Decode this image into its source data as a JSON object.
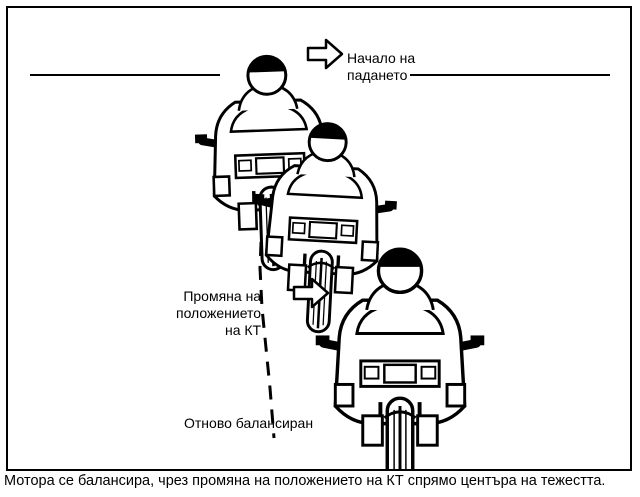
{
  "figure": {
    "labels": {
      "fall_start": "Начало на\nпадането",
      "cg_change": "Промяна на\nположението\nна КТ",
      "balanced_again": "Отново балансиран"
    },
    "caption": "Мотора се балансира, чрез промяна на положението на КТ спрямо центъра на тежестта."
  }
}
